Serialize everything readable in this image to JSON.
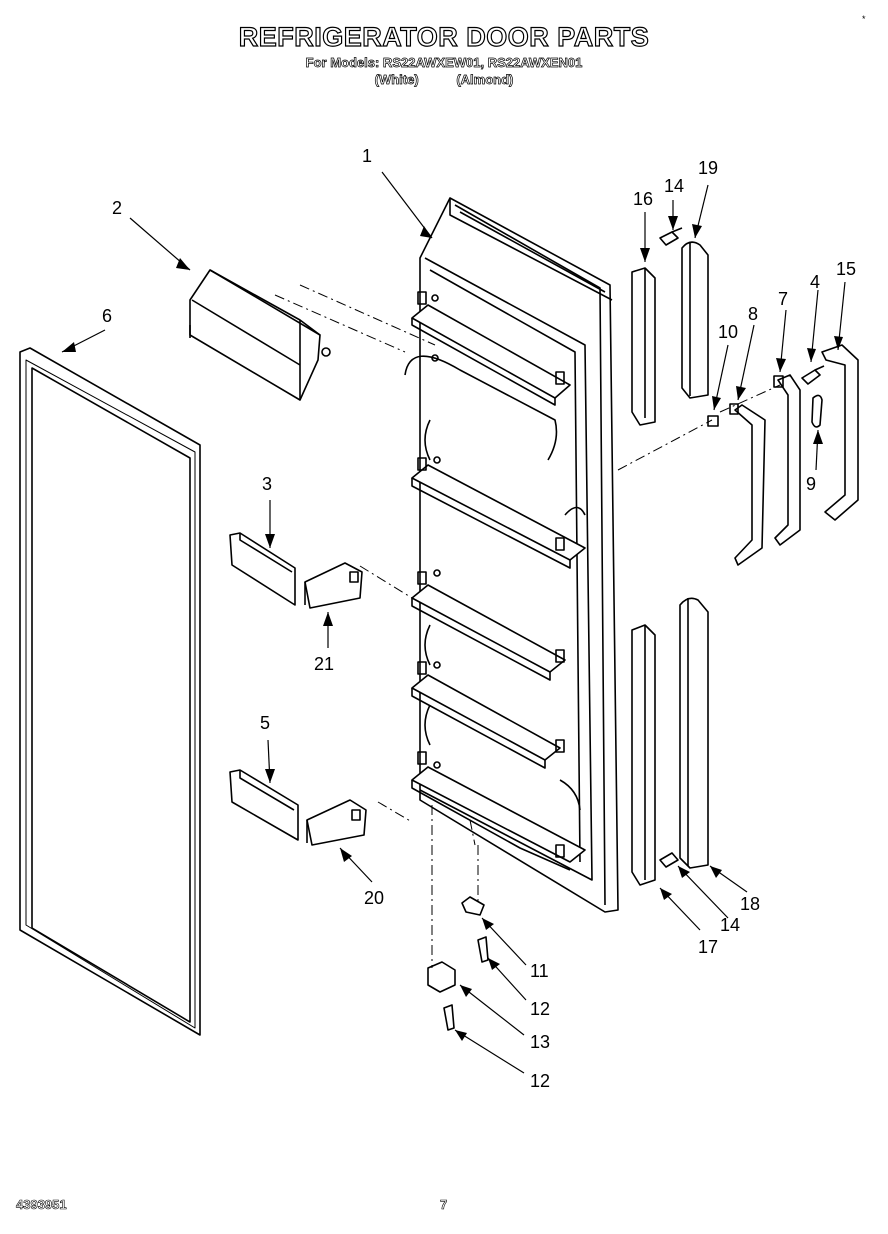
{
  "header": {
    "title": "REFRIGERATOR DOOR PARTS",
    "models_line": "For Models: RS22AWXEW01, RS22AWXEN01",
    "color_white": "(White)",
    "color_almond": "(Almond)"
  },
  "footer": {
    "doc_number": "4393951",
    "page_number": "7"
  },
  "corner_mark": "*",
  "callouts": {
    "c1": "1",
    "c2": "2",
    "c3": "3",
    "c4": "4",
    "c5": "5",
    "c6": "6",
    "c7": "7",
    "c8": "8",
    "c9": "9",
    "c10": "10",
    "c11": "11",
    "c12a": "12",
    "c12b": "12",
    "c13": "13",
    "c14a": "14",
    "c14b": "14",
    "c15": "15",
    "c16": "16",
    "c17": "17",
    "c18": "18",
    "c19": "19",
    "c20": "20",
    "c21": "21"
  }
}
